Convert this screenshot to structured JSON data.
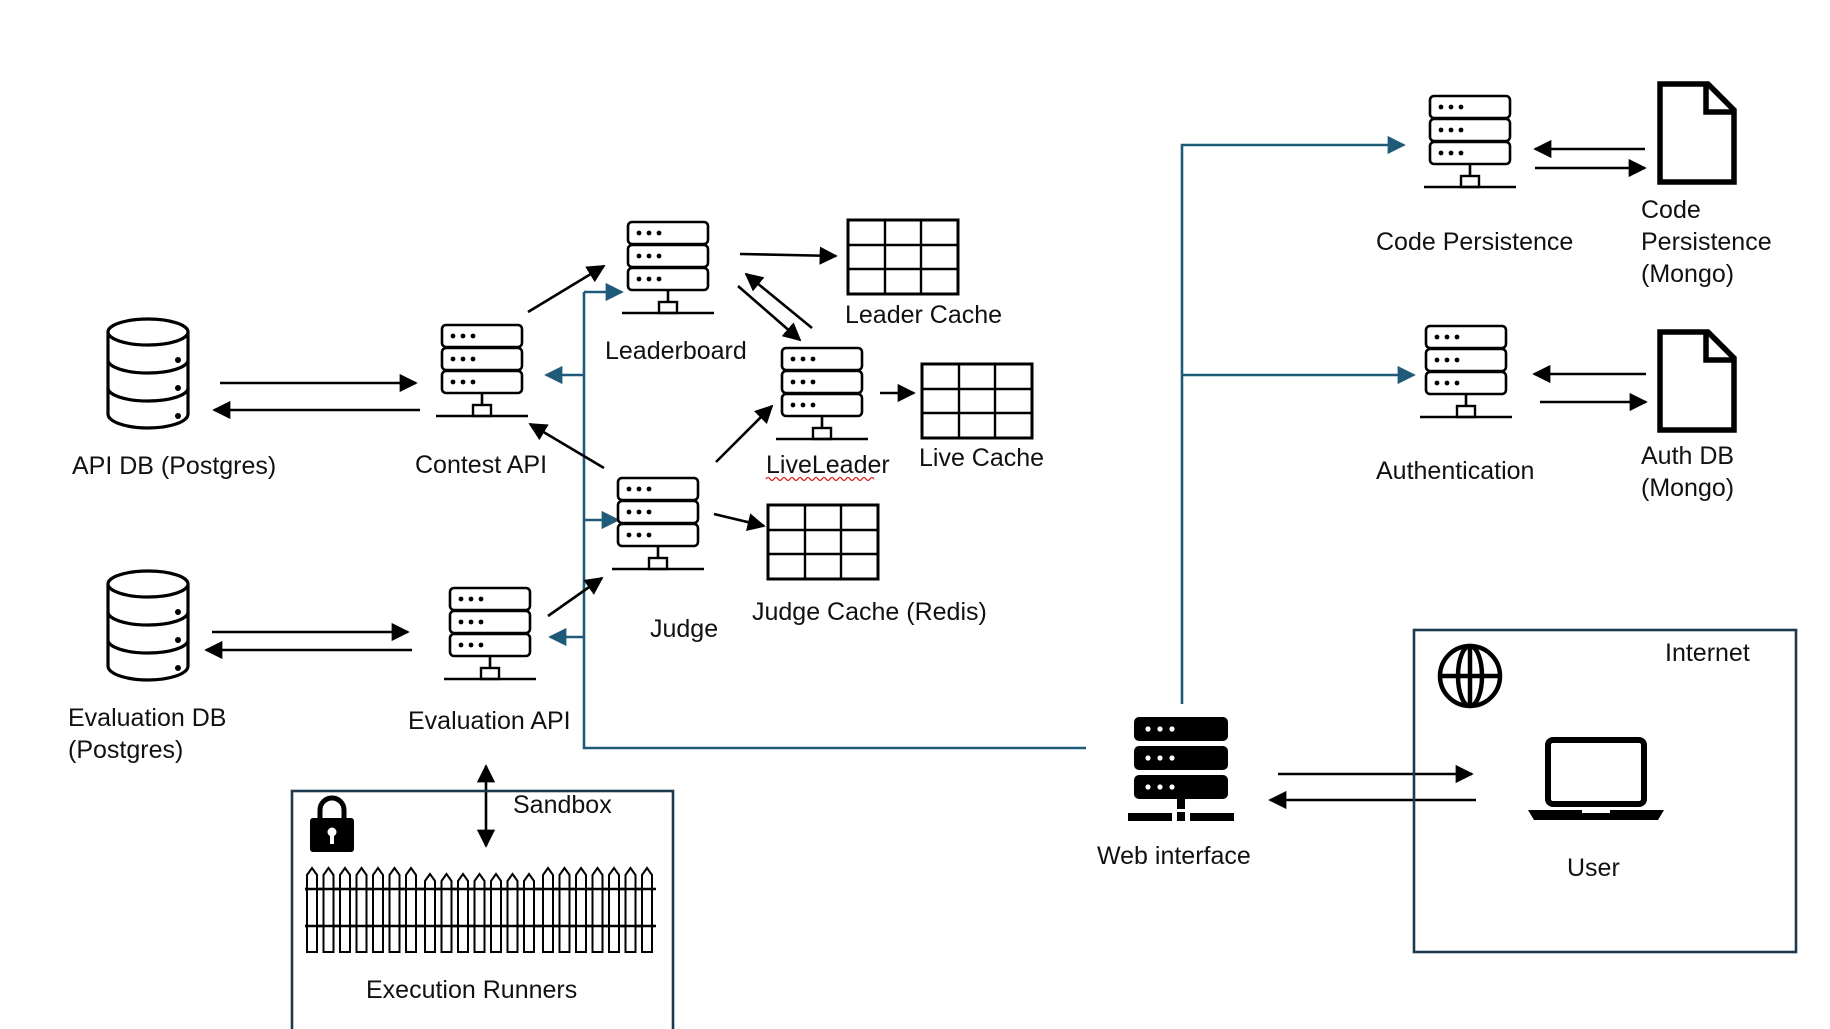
{
  "colors": {
    "stroke": "#000000",
    "network": "#1f5a78",
    "box_border": "#1c3a4f",
    "spellcheck": "#d81b1b"
  },
  "labels": {
    "api_db": "API DB (Postgres)",
    "contest_api": "Contest API",
    "leaderboard": "Leaderboard",
    "leader_cache": "Leader Cache",
    "live_leader": "LiveLeader",
    "live_cache": "Live Cache",
    "judge": "Judge",
    "judge_cache": "Judge Cache (Redis)",
    "evaluation_db": [
      "Evaluation DB",
      "(Postgres)"
    ],
    "evaluation_api": "Evaluation API",
    "sandbox": "Sandbox",
    "execution_runners": "Execution Runners",
    "code_persistence": "Code Persistence",
    "code_persistence_db": [
      "Code",
      "Persistence",
      "(Mongo)"
    ],
    "authentication": "Authentication",
    "auth_db": [
      "Auth DB",
      "(Mongo)"
    ],
    "web_interface": "Web interface",
    "internet": "Internet",
    "user": "User"
  },
  "icons": {
    "database": "database-cylinder-icon",
    "server": "server-rack-icon",
    "cache": "cache-grid-icon",
    "document": "document-icon",
    "lock": "lock-icon",
    "fence": "fence-icon",
    "globe": "globe-icon",
    "laptop": "laptop-icon"
  }
}
